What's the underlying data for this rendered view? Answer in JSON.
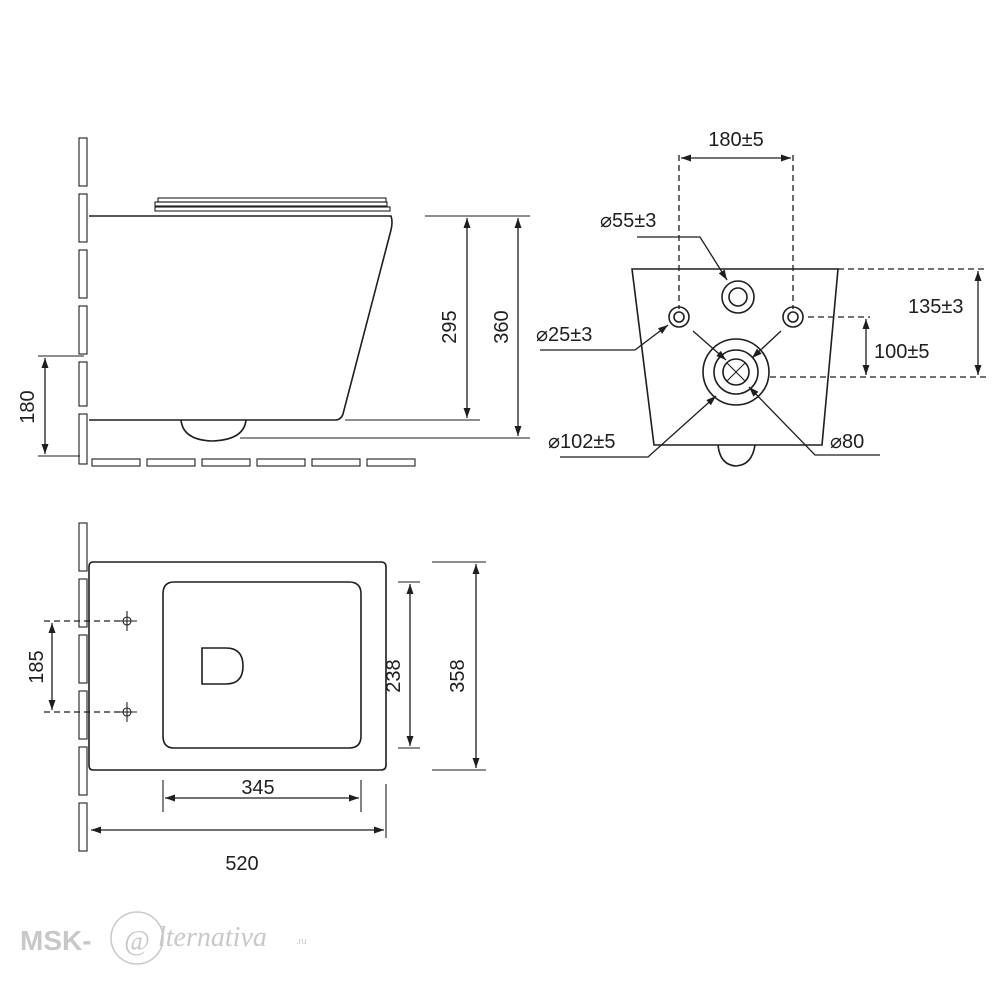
{
  "side_view": {
    "height_bowl": "295",
    "height_total": "360",
    "fixing_height": "180"
  },
  "back_view": {
    "bolt_spacing": "180±5",
    "inlet_diameter": "⌀55±3",
    "bolt_diameter": "⌀25±3",
    "inlet_height": "135±3",
    "bolt_height": "100±5",
    "outlet_outer_diameter": "⌀102±5",
    "outlet_inner_diameter": "⌀80"
  },
  "top_view": {
    "bolt_spacing": "185",
    "bowl_width": "238",
    "total_width": "358",
    "bowl_length": "345",
    "total_length": "520"
  },
  "watermark": {
    "prefix": "MSK-",
    "at": "@",
    "suffix": "lternativa",
    "tld": ".ru"
  }
}
